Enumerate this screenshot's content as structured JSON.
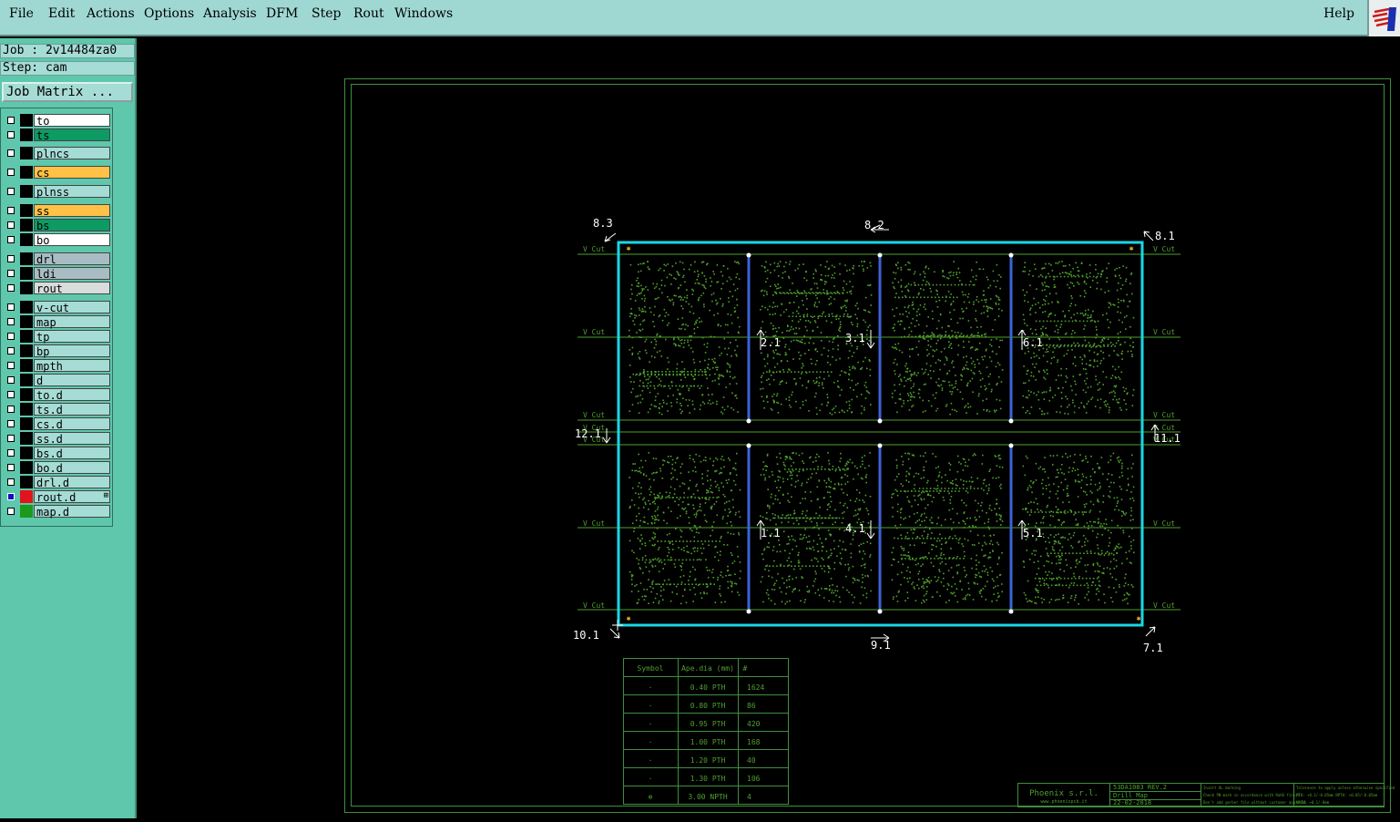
{
  "menu": {
    "file": "File",
    "edit": "Edit",
    "actions": "Actions",
    "options": "Options",
    "analysis": "Analysis",
    "dfm": "DFM",
    "step": "Step",
    "rout": "Rout",
    "windows": "Windows",
    "help": "Help"
  },
  "job": {
    "job_label": "Job : 2v14484za0",
    "step_label": "Step: cam",
    "matrix_button": "Job Matrix ..."
  },
  "layers": [
    {
      "name": "to",
      "color": "#ffffff",
      "swatch": "#000000",
      "checked": false
    },
    {
      "name": "ts",
      "color": "#0e9a63",
      "swatch": "#000000",
      "checked": false
    },
    {
      "name": "plncs",
      "color": "#a6dcd6",
      "swatch": "#000000",
      "checked": false
    },
    {
      "name": "cs",
      "color": "#ffc246",
      "swatch": "#000000",
      "checked": false
    },
    {
      "name": "plnss",
      "color": "#a6dcd6",
      "swatch": "#000000",
      "checked": false
    },
    {
      "name": "ss",
      "color": "#ffc246",
      "swatch": "#000000",
      "checked": false
    },
    {
      "name": "bs",
      "color": "#0e9a63",
      "swatch": "#000000",
      "checked": false
    },
    {
      "name": "bo",
      "color": "#ffffff",
      "swatch": "#000000",
      "checked": false
    },
    {
      "name": "drl",
      "color": "#a9bcc4",
      "swatch": "#000000",
      "checked": false
    },
    {
      "name": "ldi",
      "color": "#a9bcc4",
      "swatch": "#000000",
      "checked": false
    },
    {
      "name": "rout",
      "color": "#d7dcdc",
      "swatch": "#000000",
      "checked": false
    },
    {
      "name": "v-cut",
      "color": "#a6dcd6",
      "swatch": "#000000",
      "checked": false
    },
    {
      "name": "map",
      "color": "#a6dcd6",
      "swatch": "#000000",
      "checked": false
    },
    {
      "name": "tp",
      "color": "#a6dcd6",
      "swatch": "#000000",
      "checked": false
    },
    {
      "name": "bp",
      "color": "#a6dcd6",
      "swatch": "#000000",
      "checked": false
    },
    {
      "name": "mpth",
      "color": "#a6dcd6",
      "swatch": "#000000",
      "checked": false
    },
    {
      "name": "d",
      "color": "#a6dcd6",
      "swatch": "#000000",
      "checked": false
    },
    {
      "name": "to.d",
      "color": "#a6dcd6",
      "swatch": "#000000",
      "checked": false
    },
    {
      "name": "ts.d",
      "color": "#a6dcd6",
      "swatch": "#000000",
      "checked": false
    },
    {
      "name": "cs.d",
      "color": "#a6dcd6",
      "swatch": "#000000",
      "checked": false
    },
    {
      "name": "ss.d",
      "color": "#a6dcd6",
      "swatch": "#000000",
      "checked": false
    },
    {
      "name": "bs.d",
      "color": "#a6dcd6",
      "swatch": "#000000",
      "checked": false
    },
    {
      "name": "bo.d",
      "color": "#a6dcd6",
      "swatch": "#000000",
      "checked": false
    },
    {
      "name": "drl.d",
      "color": "#a6dcd6",
      "swatch": "#000000",
      "checked": false
    },
    {
      "name": "rout.d",
      "color": "#a6dcd6",
      "swatch": "#e0141a",
      "checked": true,
      "mark": "⊞"
    },
    {
      "name": "map.d",
      "color": "#a6dcd6",
      "swatch": "#1b9a1b",
      "checked": false
    }
  ],
  "canvas": {
    "vcut_label": "V Cut",
    "route_labels": [
      "8.3",
      "8.2",
      "8.1",
      "2.1",
      "3.1",
      "6.1",
      "12.1",
      "11.1",
      "1.1",
      "4.1",
      "5.1",
      "10.1",
      "9.1",
      "7.1"
    ],
    "colors": {
      "outline": "#19d7e6",
      "vline": "#3d63d6",
      "drill": "#4fa02d",
      "frame": "#3f8f3f",
      "label": "#ffffff",
      "vcut": "#4fa02d"
    }
  },
  "drill_table": {
    "headers": [
      "Symbol",
      "Ape.dia (mm)",
      "#"
    ],
    "rows": [
      [
        "·",
        "0.40 PTH",
        "1624"
      ],
      [
        "·",
        "0.80 PTH",
        "86"
      ],
      [
        "·",
        "0.95 PTH",
        "420"
      ],
      [
        "·",
        "1.00 PTH",
        "168"
      ],
      [
        "·",
        "1.20 PTH",
        "40"
      ],
      [
        "·",
        "1.30 PTH",
        "106"
      ],
      [
        "⊕",
        "3.00 NPTH",
        "4"
      ]
    ]
  },
  "title_block": {
    "company": "Phoenix s.r.l.",
    "website": "www.phoenixpcb.it",
    "part": "53DA1083 REV.2",
    "doc": "Drill Map",
    "date": "22-02-2018",
    "notes": [
      "Insert UL marking",
      "Check PN mark in accordance with RoHS finish",
      "Don't add gerber file without customer approval"
    ],
    "tolerances": [
      "Tolerance to apply unless otherwise specified",
      "PTH: +0.1/-0.05mm  NPTH: +0.05/-0.05mm",
      "NPTH: +0.1/-0mm"
    ]
  }
}
